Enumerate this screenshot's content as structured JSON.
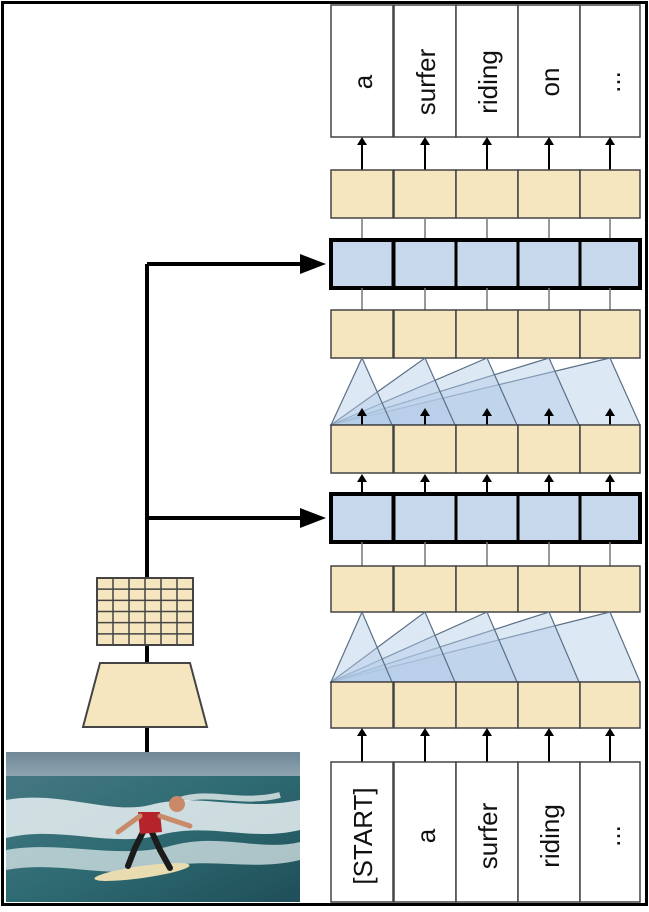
{
  "diagram": {
    "input_tokens": [
      "[START]",
      "a",
      "surfer",
      "riding",
      "..."
    ],
    "output_tokens": [
      "a",
      "surfer",
      "riding",
      "on",
      "..."
    ],
    "image_subject": "surfer riding a wave",
    "colors": {
      "token_box": "#ffffff",
      "layer_fill": "#f6e6c0",
      "cross_attention_fill": "#c7d8ec",
      "attention_fan_fill": "#b3cbe8",
      "stroke": "#444444",
      "heavy_stroke": "#000000"
    },
    "components": {
      "image": "input-image",
      "encoder": "image-encoder-trapezoid",
      "feature_grid": "image-feature-grid",
      "decoder_stack": [
        "embedding",
        "self-attention",
        "feed-forward",
        "cross-attention",
        "feed-forward",
        "self-attention",
        "feed-forward",
        "cross-attention",
        "feed-forward"
      ]
    }
  }
}
